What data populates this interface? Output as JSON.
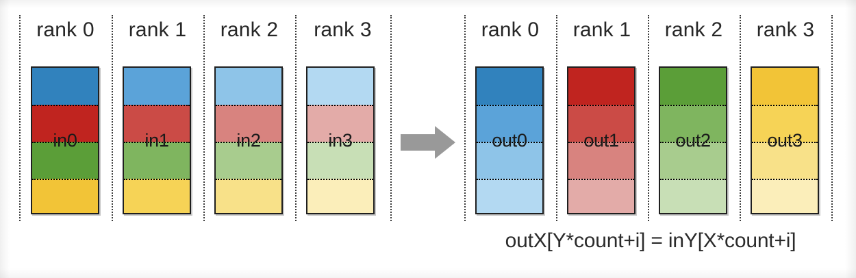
{
  "diagram": {
    "title": "MPI all-to-all buffer transpose",
    "formula": "outX[Y*count+i] = inY[X*count+i]",
    "arrow_icon": "right-arrow-icon",
    "arrow_color": "#999999",
    "background": "#ffffff",
    "separator_color": "#3b3b3b",
    "buffer_border_color": "#1f1f1f",
    "divider_color": "#000000"
  },
  "palette": {
    "blue": [
      "#3182bd",
      "#5ba3d9",
      "#8ec4e8",
      "#b3d9f2"
    ],
    "red": [
      "#c0241f",
      "#cb4b46",
      "#d8837f",
      "#e3aba8"
    ],
    "green": [
      "#5b9e38",
      "#7fb55f",
      "#a8cc8e",
      "#c8dfb6"
    ],
    "yellow": [
      "#f2c437",
      "#f6d356",
      "#f8e189",
      "#fbeeba"
    ]
  },
  "input_group": {
    "name": "input-buffers",
    "ranks": [
      {
        "label": "rank 0",
        "caption": "in0",
        "segments": [
          {
            "name": "segment-from-rank-0",
            "color": "#3182bd"
          },
          {
            "name": "segment-from-rank-1",
            "color": "#c0241f"
          },
          {
            "name": "segment-from-rank-2",
            "color": "#5b9e38"
          },
          {
            "name": "segment-from-rank-3",
            "color": "#f2c437"
          }
        ]
      },
      {
        "label": "rank 1",
        "caption": "in1",
        "segments": [
          {
            "name": "segment-from-rank-0",
            "color": "#5ba3d9"
          },
          {
            "name": "segment-from-rank-1",
            "color": "#cb4b46"
          },
          {
            "name": "segment-from-rank-2",
            "color": "#7fb55f"
          },
          {
            "name": "segment-from-rank-3",
            "color": "#f6d356"
          }
        ]
      },
      {
        "label": "rank 2",
        "caption": "in2",
        "segments": [
          {
            "name": "segment-from-rank-0",
            "color": "#8ec4e8"
          },
          {
            "name": "segment-from-rank-1",
            "color": "#d8837f"
          },
          {
            "name": "segment-from-rank-2",
            "color": "#a8cc8e"
          },
          {
            "name": "segment-from-rank-3",
            "color": "#f8e189"
          }
        ]
      },
      {
        "label": "rank 3",
        "caption": "in3",
        "segments": [
          {
            "name": "segment-from-rank-0",
            "color": "#b3d9f2"
          },
          {
            "name": "segment-from-rank-1",
            "color": "#e3aba8"
          },
          {
            "name": "segment-from-rank-2",
            "color": "#c8dfb6"
          },
          {
            "name": "segment-from-rank-3",
            "color": "#fbeeba"
          }
        ]
      }
    ]
  },
  "output_group": {
    "name": "output-buffers",
    "ranks": [
      {
        "label": "rank 0",
        "caption": "out0",
        "segments": [
          {
            "name": "segment-from-rank-0",
            "color": "#3182bd"
          },
          {
            "name": "segment-from-rank-1",
            "color": "#5ba3d9"
          },
          {
            "name": "segment-from-rank-2",
            "color": "#8ec4e8"
          },
          {
            "name": "segment-from-rank-3",
            "color": "#b3d9f2"
          }
        ]
      },
      {
        "label": "rank 1",
        "caption": "out1",
        "segments": [
          {
            "name": "segment-from-rank-0",
            "color": "#c0241f"
          },
          {
            "name": "segment-from-rank-1",
            "color": "#cb4b46"
          },
          {
            "name": "segment-from-rank-2",
            "color": "#d8837f"
          },
          {
            "name": "segment-from-rank-3",
            "color": "#e3aba8"
          }
        ]
      },
      {
        "label": "rank 2",
        "caption": "out2",
        "segments": [
          {
            "name": "segment-from-rank-0",
            "color": "#5b9e38"
          },
          {
            "name": "segment-from-rank-1",
            "color": "#7fb55f"
          },
          {
            "name": "segment-from-rank-2",
            "color": "#a8cc8e"
          },
          {
            "name": "segment-from-rank-3",
            "color": "#c8dfb6"
          }
        ]
      },
      {
        "label": "rank 3",
        "caption": "out3",
        "segments": [
          {
            "name": "segment-from-rank-0",
            "color": "#f2c437"
          },
          {
            "name": "segment-from-rank-1",
            "color": "#f6d356"
          },
          {
            "name": "segment-from-rank-2",
            "color": "#f8e189"
          },
          {
            "name": "segment-from-rank-3",
            "color": "#fbeeba"
          }
        ]
      }
    ]
  },
  "layout": {
    "input_separators_x": [
      28,
      163,
      297,
      431,
      570
    ],
    "output_separators_x": [
      678,
      812,
      946,
      1080,
      1214
    ],
    "input_buffers_x": [
      45,
      179,
      313,
      447
    ],
    "output_buffers_x": [
      694,
      828,
      962,
      1096
    ]
  }
}
